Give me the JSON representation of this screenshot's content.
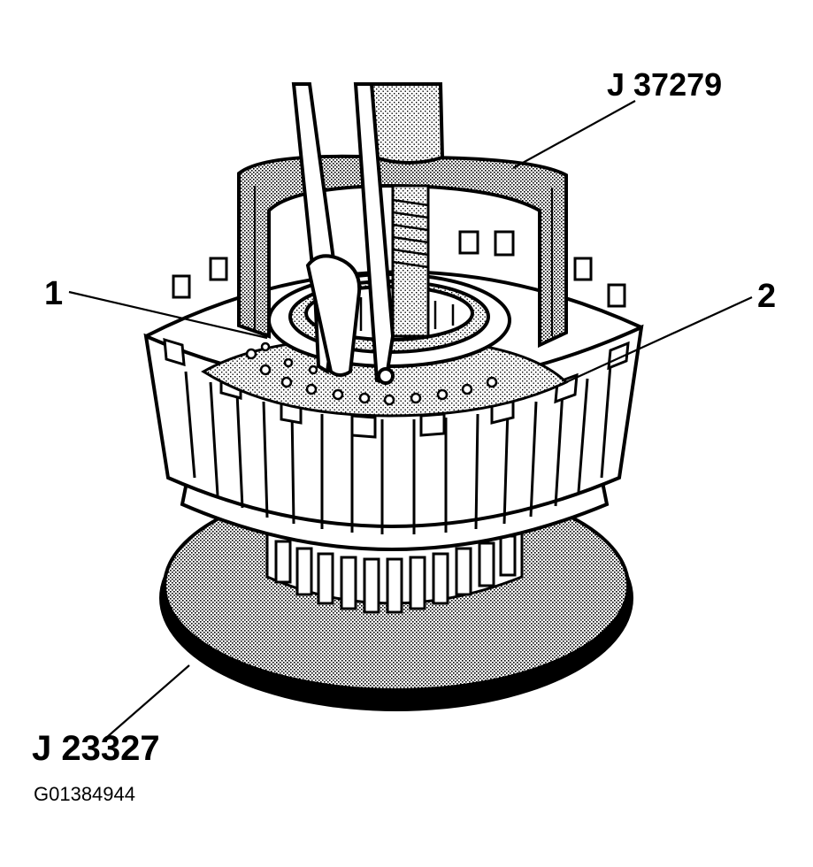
{
  "figure": {
    "figure_id": "G01384944",
    "callouts": {
      "tool_top": "J 37279",
      "part_1": "1",
      "part_2": "2",
      "tool_base": "J 23327"
    }
  },
  "colors": {
    "line": "#000000",
    "paper": "#ffffff",
    "stipple": "#b3b3b3"
  }
}
